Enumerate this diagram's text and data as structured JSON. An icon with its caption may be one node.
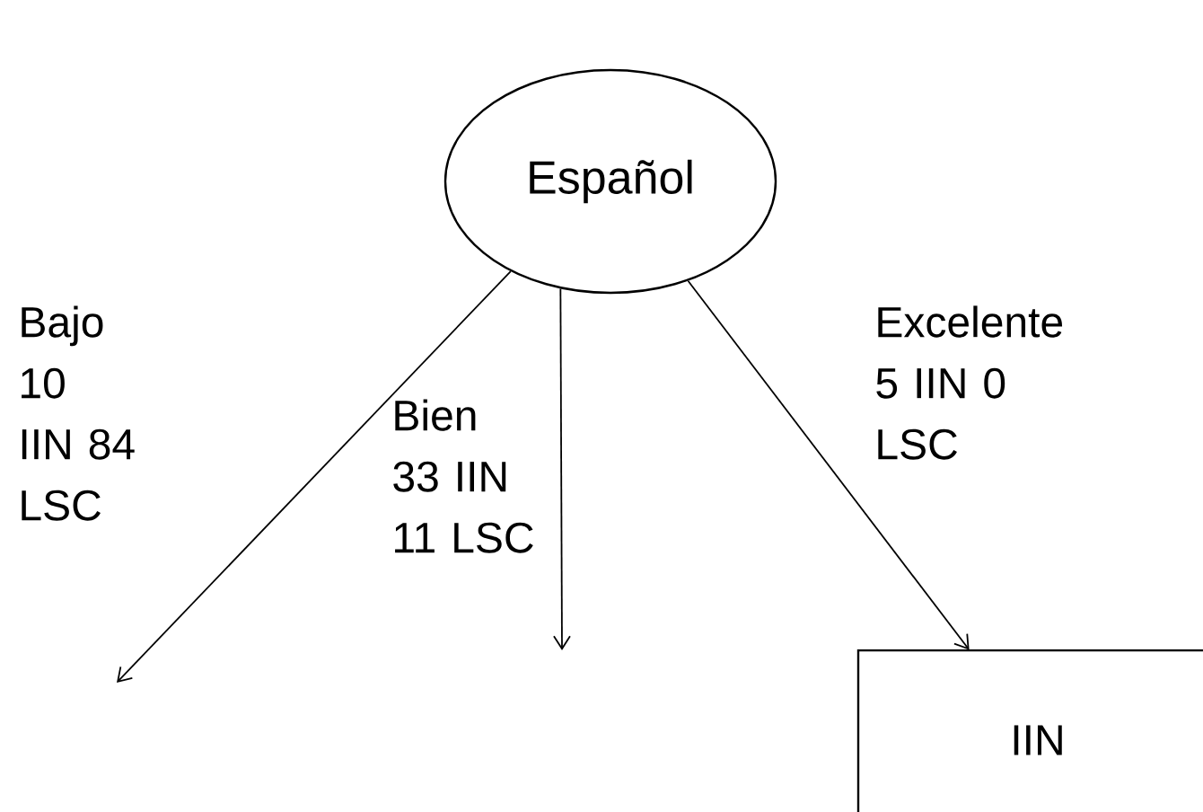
{
  "diagram": {
    "nodes": [
      {
        "text": [
          "Español"
        ]
      },
      {
        "text": [
          "IIN"
        ]
      }
    ],
    "edges": [
      {
        "from": 0,
        "to": null,
        "arrow": "to",
        "label": "Bajo 10 IIN 84 LSC"
      },
      {
        "from": 0,
        "to": null,
        "arrow": "to",
        "label": "Bien 33 IIN 11 LSC"
      },
      {
        "from": 0,
        "to": 1,
        "arrow": "to",
        "label": "Excelente 5 IIN 0 LSC"
      }
    ]
  }
}
